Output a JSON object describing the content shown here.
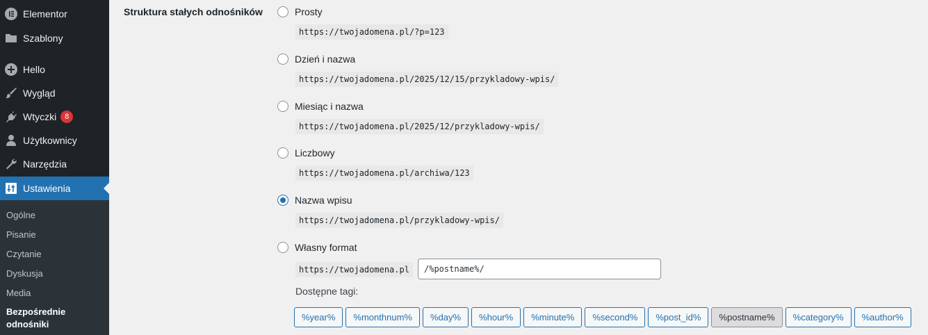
{
  "sidebar": {
    "items": [
      {
        "label": "Elementor",
        "icon": "elementor-icon"
      },
      {
        "label": "Szablony",
        "icon": "folder-icon"
      },
      {
        "label": "Hello",
        "icon": "plus-circle-icon"
      },
      {
        "label": "Wygląd",
        "icon": "paintbrush-icon"
      },
      {
        "label": "Wtyczki",
        "icon": "plugin-icon",
        "badge": "8"
      },
      {
        "label": "Użytkownicy",
        "icon": "user-icon"
      },
      {
        "label": "Narzędzia",
        "icon": "wrench-icon"
      },
      {
        "label": "Ustawienia",
        "icon": "settings-icon",
        "current": true
      }
    ],
    "submenu": [
      {
        "label": "Ogólne"
      },
      {
        "label": "Pisanie"
      },
      {
        "label": "Czytanie"
      },
      {
        "label": "Dyskusja"
      },
      {
        "label": "Media"
      },
      {
        "label": "Bezpośrednie odnośniki",
        "current": true
      }
    ]
  },
  "permalinks": {
    "label": "Struktura stałych odnośników",
    "options": [
      {
        "label": "Prosty",
        "example": "https://twojadomena.pl/?p=123",
        "checked": false
      },
      {
        "label": "Dzień i nazwa",
        "example": "https://twojadomena.pl/2025/12/15/przykladowy-wpis/",
        "checked": false
      },
      {
        "label": "Miesiąc i nazwa",
        "example": "https://twojadomena.pl/2025/12/przykladowy-wpis/",
        "checked": false
      },
      {
        "label": "Liczbowy",
        "example": "https://twojadomena.pl/archiwa/123",
        "checked": false
      },
      {
        "label": "Nazwa wpisu",
        "example": "https://twojadomena.pl/przykladowy-wpis/",
        "checked": true
      },
      {
        "label": "Własny format",
        "example": "https://twojadomena.pl",
        "checked": false
      }
    ],
    "custom_value": "/%postname%/",
    "tags_label": "Dostępne tagi:",
    "tags": [
      "%year%",
      "%monthnum%",
      "%day%",
      "%hour%",
      "%minute%",
      "%second%",
      "%post_id%",
      "%postname%",
      "%category%",
      "%author%"
    ],
    "active_tag": "%postname%"
  },
  "colors": {
    "accent": "#2271b1",
    "sidebar_bg": "#1d2327",
    "badge": "#d63638"
  }
}
